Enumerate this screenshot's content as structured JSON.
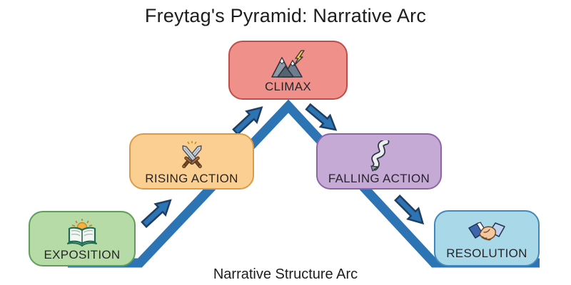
{
  "title": "Freytag's Pyramid: Narrative Arc",
  "caption": "Narrative Structure Arc",
  "diagram": {
    "type": "flow-pyramid",
    "stages": [
      {
        "id": "exposition",
        "label": "EXPOSITION",
        "icon": "open-book-sunrise-icon",
        "fill": "#b7dba6",
        "border": "#5f9e55"
      },
      {
        "id": "rising-action",
        "label": "RISING ACTION",
        "icon": "crossed-swords-icon",
        "fill": "#fbcf92",
        "border": "#dd9a46"
      },
      {
        "id": "climax",
        "label": "CLIMAX",
        "icon": "mountain-lightning-icon",
        "fill": "#f0908a",
        "border": "#bf4e4a"
      },
      {
        "id": "falling-action",
        "label": "FALLING ACTION",
        "icon": "winding-road-icon",
        "fill": "#c6aad6",
        "border": "#8d64a8"
      },
      {
        "id": "resolution",
        "label": "RESOLUTION",
        "icon": "handshake-icon",
        "fill": "#a9d8e8",
        "border": "#4288b8"
      }
    ],
    "connections": [
      {
        "from": "EXPOSITION",
        "to": "RISING ACTION"
      },
      {
        "from": "RISING ACTION",
        "to": "CLIMAX"
      },
      {
        "from": "CLIMAX",
        "to": "FALLING ACTION"
      },
      {
        "from": "FALLING ACTION",
        "to": "RESOLUTION"
      }
    ],
    "arc_line_color": "#2d74b4",
    "arrow_fill_color": "#2d74b4",
    "arrow_outline_color": "#1e3f63"
  }
}
